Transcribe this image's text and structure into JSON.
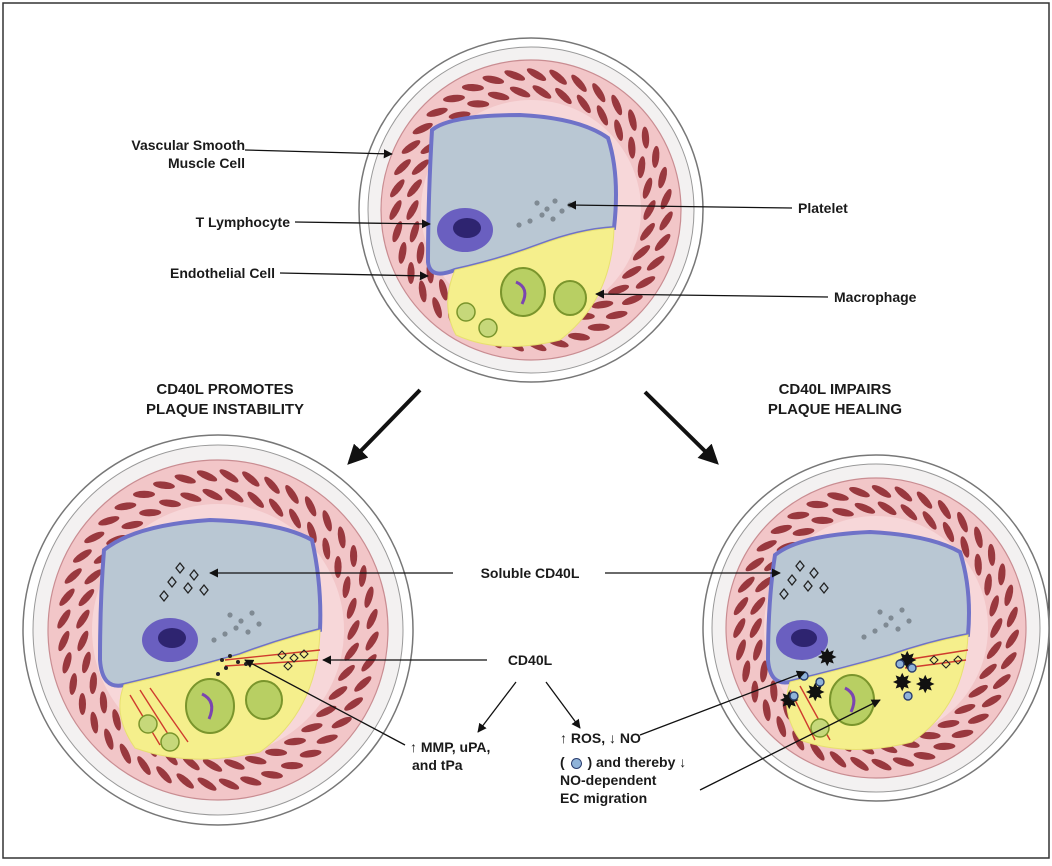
{
  "labels": {
    "vsmc_line1": "Vascular Smooth",
    "vsmc_line2": "Muscle Cell",
    "t_lymphocyte": "T Lymphocyte",
    "endothelial_cell": "Endothelial Cell",
    "platelet": "Platelet",
    "macrophage": "Macrophage",
    "soluble_cd40l": "Soluble CD40L",
    "cd40l": "CD40L"
  },
  "headings": {
    "left_line1": "CD40L PROMOTES",
    "left_line2": "PLAQUE INSTABILITY",
    "right_line1": "CD40L IMPAIRS",
    "right_line2": "PLAQUE HEALING"
  },
  "effects": {
    "left_line1": "↑ MMP, uPA,",
    "left_line2": "and tPa",
    "right_line1": "↑ ROS, ↓ NO",
    "right_line2_pre": "(",
    "right_line2_post": ") and thereby ↓",
    "right_line3": "NO-dependent",
    "right_line4": "EC migration"
  },
  "colors": {
    "frame": "#333333",
    "wall_pink": "#f2c6c8",
    "smooth_muscle": "#8a1e26",
    "lumen": "#b9c7d3",
    "lumen_edge": "#6f72c8",
    "plaque_yellow": "#f5ef8c",
    "macrophage": "#9db44a",
    "lymphocyte": "#4a3f9e",
    "ros_marker": "#111111",
    "no_marker": "#8fb3d9"
  }
}
